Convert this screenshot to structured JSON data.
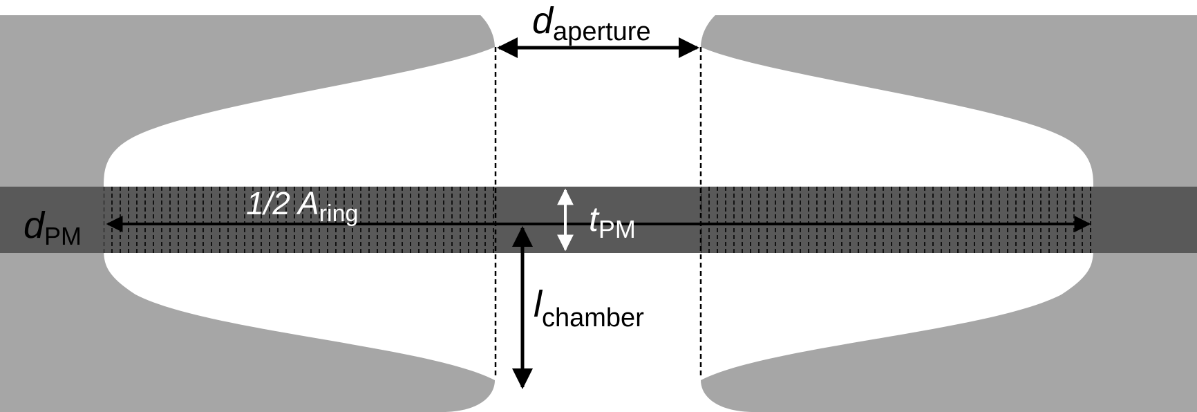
{
  "labels": {
    "d_aperture": {
      "main": "d",
      "sub": "aperture"
    },
    "half_a_ring": {
      "main": "1/2 A",
      "sub": "ring"
    },
    "d_pm": {
      "main": "d",
      "sub": "PM"
    },
    "t_pm": {
      "main": "t",
      "sub": "PM"
    },
    "l_chamber": {
      "main": "l",
      "sub": "chamber"
    }
  },
  "colors": {
    "wall": "#a6a6a6",
    "membrane": "#595959",
    "background": "#ffffff",
    "lines": "#000000",
    "light_arrow": "#ffffff"
  }
}
